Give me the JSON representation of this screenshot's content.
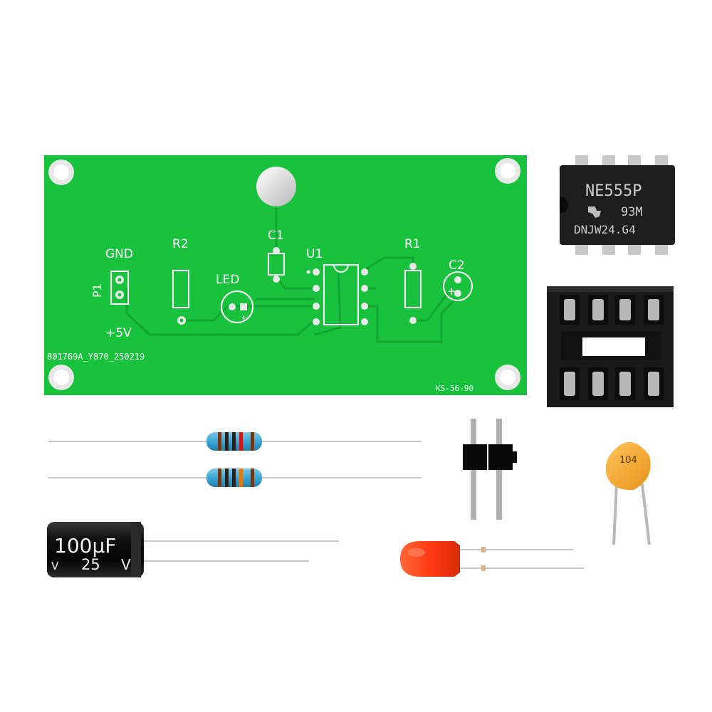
{
  "pcb": {
    "labels": {
      "gnd": "GND",
      "p1": "P1",
      "plus5v": "+5V",
      "r2": "R2",
      "led": "LED",
      "c1": "C1",
      "u1": "U1",
      "r1": "R1",
      "c2": "C2",
      "c2_plus": "+",
      "led_plus": "+",
      "board_code": "801769A_Y870_250219",
      "board_model": "KS-56-90"
    },
    "colors": {
      "board": "#19c23c",
      "trace": "#13a531",
      "pad": "#e8e8e8",
      "silk": "#ffffff"
    }
  },
  "ic": {
    "line1": "NE555P",
    "line2": "93M",
    "line3": "DNJW24.G4",
    "logo_icon": "texas-instruments-logo-icon"
  },
  "capacitor_electrolytic": {
    "value": "100μF",
    "voltage": "25",
    "unit_left": "V",
    "unit_right": "V"
  },
  "capacitor_ceramic": {
    "code": "104",
    "color": "#f3a81f"
  },
  "led": {
    "color": "#ff3a16"
  },
  "resistors": {
    "count": 2
  },
  "header": {
    "pins": 2
  },
  "socket": {
    "pins": 8
  }
}
